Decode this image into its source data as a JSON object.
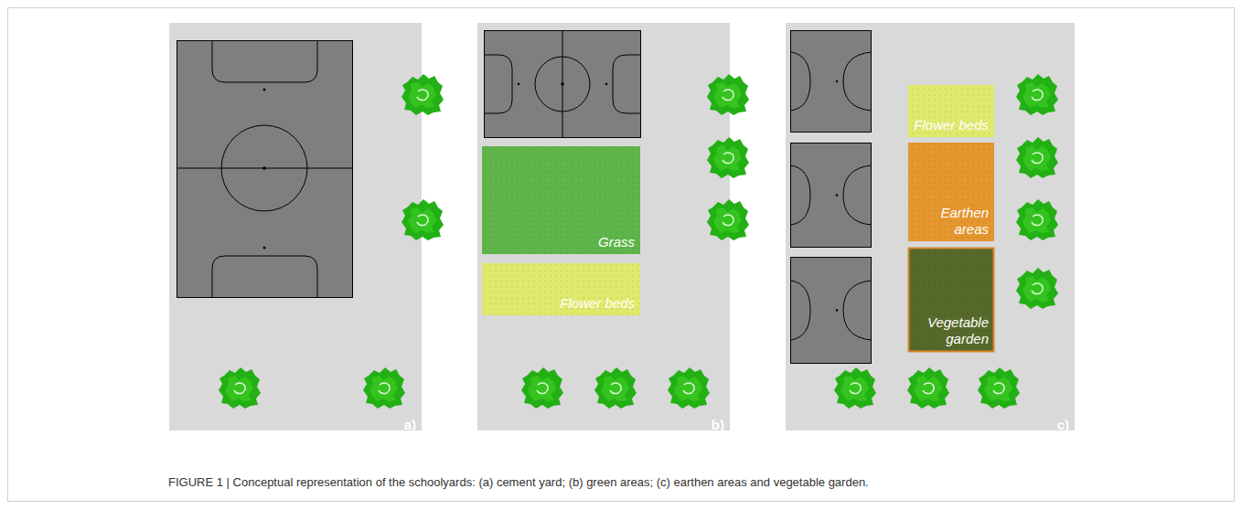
{
  "diagram": {
    "caption": "FIGURE 1 | Conceptual representation of the schoolyards: (a) cement yard; (b) green areas; (c) earthen areas and vegetable garden.",
    "nodes": [
      {
        "text": [
          "Grass"
        ]
      },
      {
        "text": [
          "Flower beds"
        ]
      },
      {
        "text": [
          "Flower beds"
        ]
      },
      {
        "text": [
          "Earthen areas"
        ]
      },
      {
        "text": [
          "Vegetable garden"
        ]
      }
    ],
    "labels": [
      "a)",
      "b)",
      "c)"
    ]
  }
}
